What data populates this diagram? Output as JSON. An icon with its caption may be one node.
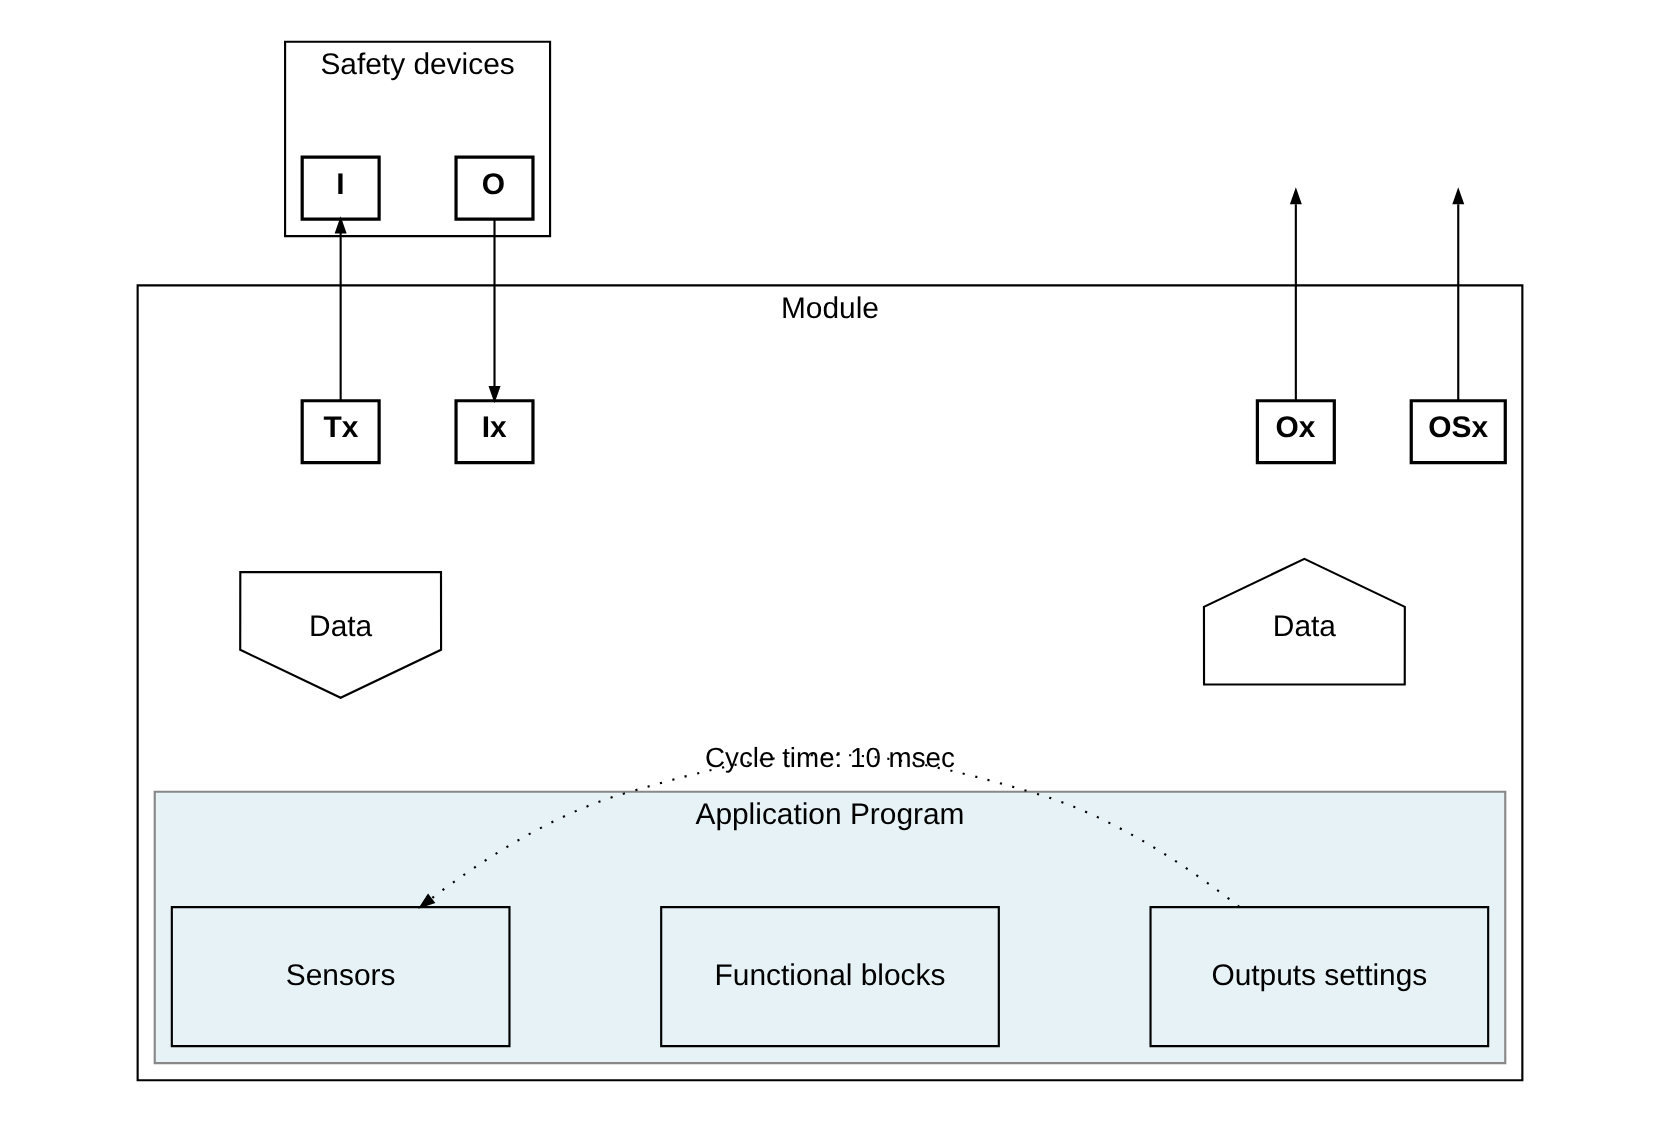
{
  "diagram": {
    "nodes": [
      {
        "text": [
          "Safety devices"
        ]
      },
      {
        "text": [
          "I"
        ],
        "in": 0
      },
      {
        "text": [
          "O"
        ],
        "in": 0
      },
      {
        "text": [
          "Module"
        ]
      },
      {
        "text": [
          "Tx"
        ],
        "in": 3
      },
      {
        "text": [
          "Ix"
        ],
        "in": 3
      },
      {
        "text": [
          "Ox"
        ],
        "in": 3
      },
      {
        "text": [
          "OSx"
        ],
        "in": 3
      },
      {
        "text": [
          "Data"
        ],
        "in": 3
      },
      {
        "text": [
          "Data"
        ],
        "in": 3
      },
      {
        "text": [
          "Application Program"
        ],
        "in": 3
      },
      {
        "text": [
          "Sensors"
        ],
        "in": 10
      },
      {
        "text": [
          "Functional blocks"
        ],
        "in": 10
      },
      {
        "text": [
          "Outputs settings"
        ],
        "in": 10
      }
    ],
    "edges": [
      {
        "from": 4,
        "to": 1,
        "arrow": "to"
      },
      {
        "from": 2,
        "to": 5,
        "arrow": "to"
      },
      {
        "from": 6,
        "to": null,
        "arrow": "to"
      },
      {
        "from": 7,
        "to": null,
        "arrow": "to"
      },
      {
        "from": 13,
        "to": 11,
        "arrow": "to",
        "style": "dashed",
        "label": "Cycle time: 10 msec"
      }
    ]
  }
}
